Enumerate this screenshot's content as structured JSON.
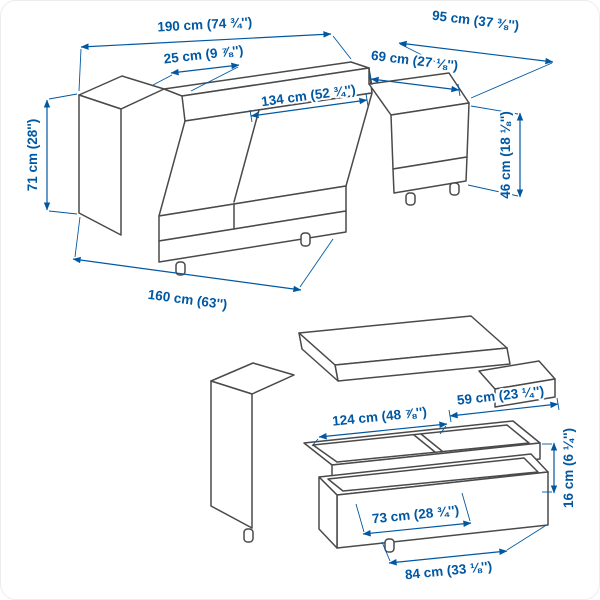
{
  "page": {
    "background": "#ffffff",
    "description": "Furniture dimension line drawing, two views of a chaise longue module"
  },
  "style": {
    "dimension_color": "#0058a3",
    "line_art_color": "#4a4a4a"
  },
  "figures": {
    "assembled": {
      "name": "chaise longue assembled view",
      "dimensions": {
        "total_width": "190 cm (74 ¾'')",
        "section_depth": "95 cm (37 ⅜'')",
        "armrest_width": "25 cm (9 ⅞'')",
        "seat_depth_right": "69 cm (27 ⅛'')",
        "chaise_seat_depth": "134 cm (52 ¾'')",
        "total_height": "71 cm (28'')",
        "back_height": "46 cm (18 ⅛'')",
        "chaise_depth": "160 cm (63'')"
      }
    },
    "storage": {
      "name": "chaise longue with seat raised showing storage",
      "dimensions": {
        "lid_width": "59 cm (23 ¼'')",
        "storage_length": "124 cm (48 ⅞'')",
        "storage_height": "16 cm (6 ¼'')",
        "box_inner_width": "73 cm (28 ¾'')",
        "box_outer_width": "84 cm (33 ⅛'')"
      }
    }
  }
}
